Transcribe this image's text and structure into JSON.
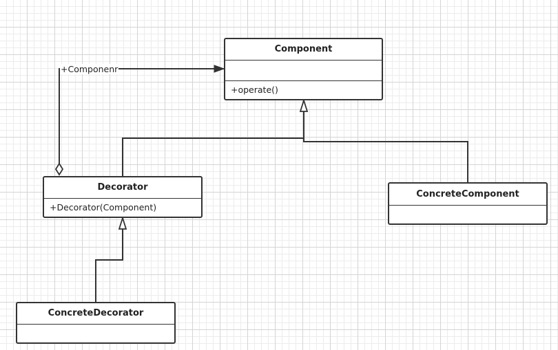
{
  "diagram": {
    "classes": {
      "component": {
        "name": "Component",
        "attributes": "",
        "operations": "+operate()"
      },
      "decorator": {
        "name": "Decorator",
        "operations": "+Decorator(Component)"
      },
      "concrete_component": {
        "name": "ConcreteComponent",
        "attributes": ""
      },
      "concrete_decorator": {
        "name": "ConcreteDecorator",
        "attributes": ""
      }
    },
    "relations": {
      "aggregation": {
        "label": "+Componenr",
        "from": "Decorator",
        "to": "Component"
      },
      "decorator_generalization": {
        "from": "Decorator",
        "to": "Component"
      },
      "concrete_component_generalization": {
        "from": "ConcreteComponent",
        "to": "Component"
      },
      "concrete_decorator_generalization": {
        "from": "ConcreteDecorator",
        "to": "Decorator"
      }
    }
  }
}
